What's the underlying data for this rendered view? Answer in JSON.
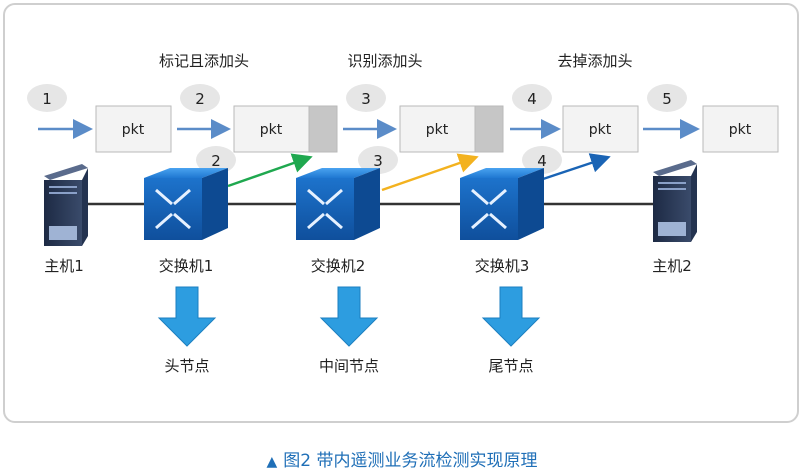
{
  "operations": [
    "标记且添加头",
    "识别添加头",
    "去掉添加头"
  ],
  "packet_label": "pkt",
  "steps": [
    "1",
    "2",
    "2",
    "3",
    "3",
    "4",
    "4",
    "5"
  ],
  "hosts": [
    "主机1",
    "主机2"
  ],
  "switches": [
    "交换机1",
    "交换机2",
    "交换机3"
  ],
  "node_roles": [
    "头节点",
    "中间节点",
    "尾节点"
  ],
  "caption": {
    "marker": "▲",
    "text": "图2  带内遥测业务流检测实现原理"
  },
  "colors": {
    "flow_arrow": "#5b8cc8",
    "switch_blue": "#1b6fc8",
    "down_arrow": "#2d9de0",
    "green_arrow": "#1fa84f",
    "orange_arrow": "#f3b21f",
    "blue_arrow": "#1a64b5",
    "caption": "#1f6fb7"
  }
}
